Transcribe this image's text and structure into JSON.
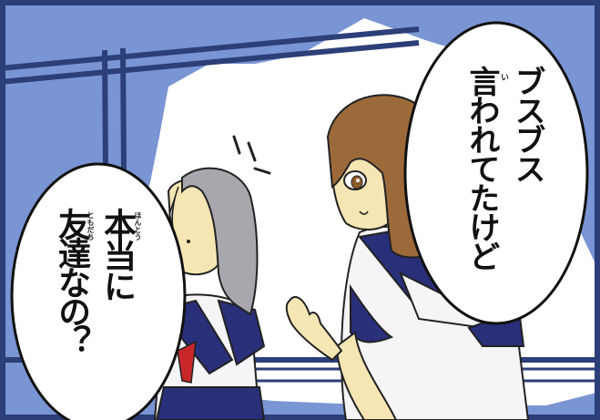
{
  "bubbles": {
    "right": {
      "line1": "ブスブス",
      "line2": "言われてたけど",
      "ruby_ii": "い"
    },
    "left": {
      "line1": "本当に",
      "line2": "友達なの？",
      "ruby_hontou": "ほんとう",
      "ruby_tomodachi": "ともだち"
    }
  },
  "colors": {
    "window_blue": "#7a95d4",
    "frame": "#2c3f78",
    "uniform_navy": "#2a2f7a",
    "brown_hair": "#9c6a3a",
    "gray_hair": "#a7a7ad",
    "skin": "#f6e6b4",
    "ribbon": "#c8282a"
  }
}
